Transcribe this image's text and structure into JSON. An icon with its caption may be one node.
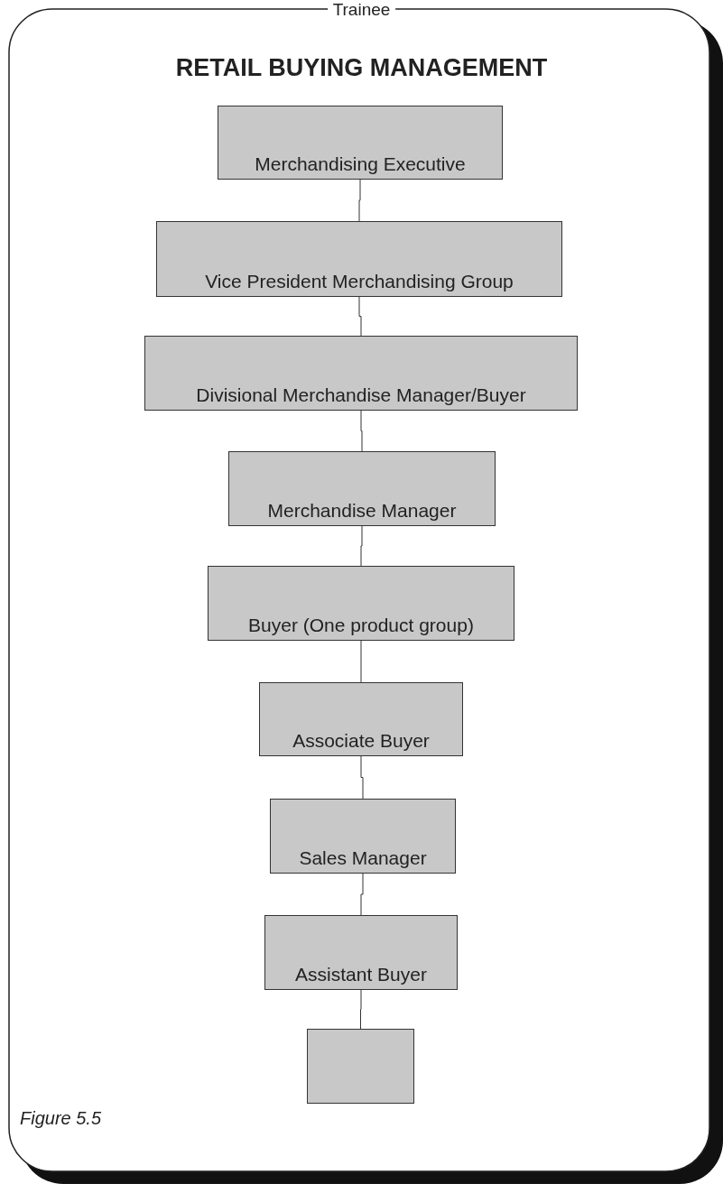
{
  "diagram": {
    "title": "RETAIL BUYING MANAGEMENT",
    "caption": "Figure 5.5",
    "nodes": [
      {
        "text": [
          "Merchandising Executive"
        ]
      },
      {
        "text": [
          "Vice President Merchandising Group"
        ]
      },
      {
        "text": [
          "Divisional Merchandise Manager/Buyer"
        ]
      },
      {
        "text": [
          "Merchandise Manager"
        ]
      },
      {
        "text": [
          "Buyer (One product group)"
        ]
      },
      {
        "text": [
          "Associate Buyer"
        ]
      },
      {
        "text": [
          "Sales Manager"
        ]
      },
      {
        "text": [
          "Assistant Buyer"
        ]
      },
      {
        "text": [],
        "shape": "box"
      }
    ],
    "edges": [
      {
        "from": 0,
        "to": 1,
        "arrow": "none"
      },
      {
        "from": 1,
        "to": 2,
        "arrow": "none"
      },
      {
        "from": 2,
        "to": 3,
        "arrow": "none"
      },
      {
        "from": 3,
        "to": 4,
        "arrow": "none"
      },
      {
        "from": 4,
        "to": 5,
        "arrow": "none"
      },
      {
        "from": 5,
        "to": 6,
        "arrow": "none"
      },
      {
        "from": 6,
        "to": 7,
        "arrow": "none"
      },
      {
        "from": 7,
        "to": 8,
        "arrow": "none"
      }
    ],
    "labels": [
      "Trainee"
    ]
  }
}
